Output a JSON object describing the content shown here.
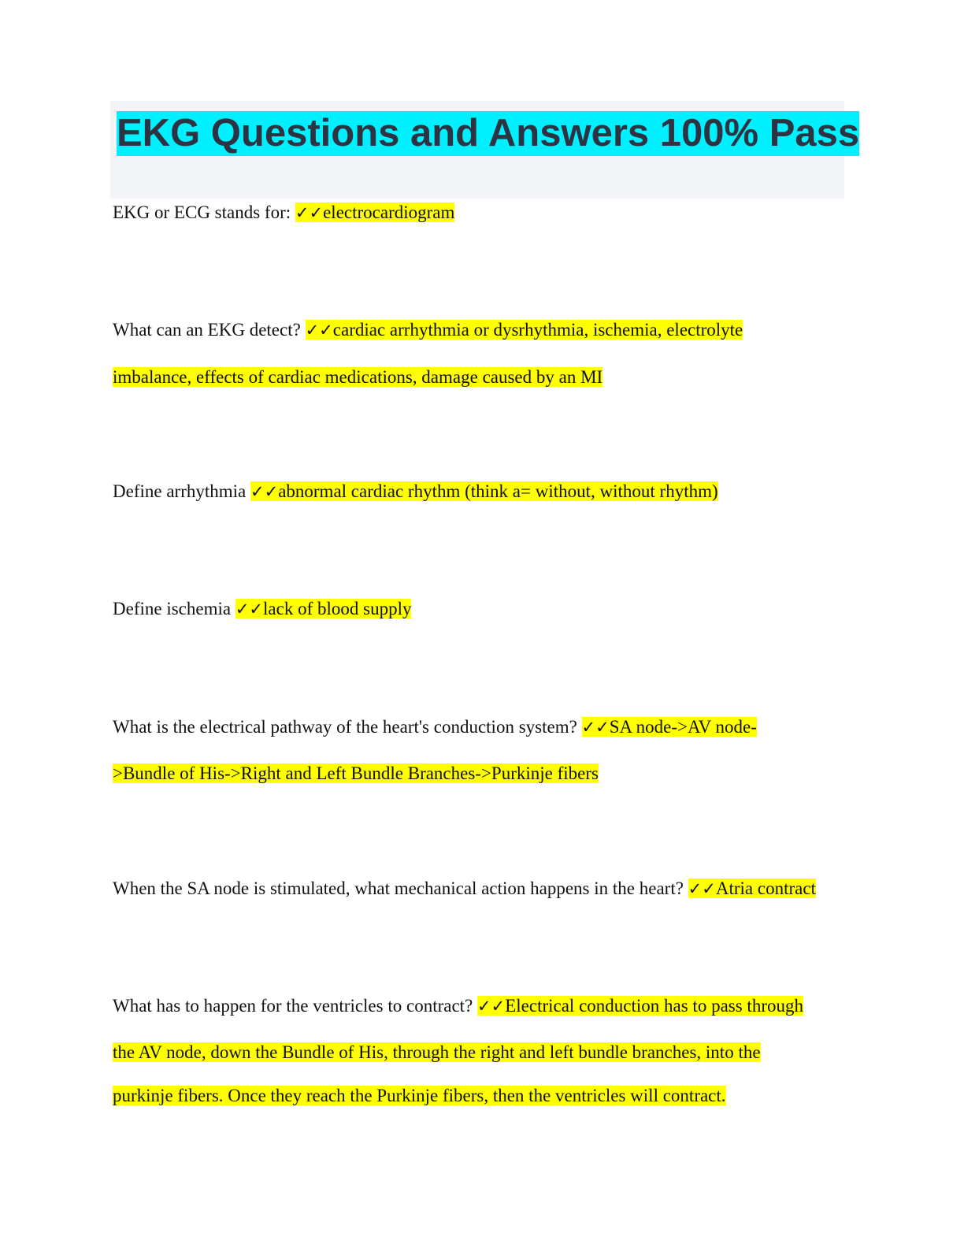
{
  "document": {
    "title": "EKG Questions and Answers 100% Pass",
    "check_mark": "✓✓",
    "items": [
      {
        "question": "EKG or ECG stands for: ",
        "answer_lines": [
          "electrocardiogram"
        ]
      },
      {
        "question": "What can an EKG detect? ",
        "answer_lines": [
          "cardiac arrhythmia or dysrhythmia, ischemia, electrolyte",
          "imbalance, effects of cardiac medications, damage caused by an MI"
        ]
      },
      {
        "question": "Define arrhythmia ",
        "answer_lines": [
          "abnormal cardiac rhythm (think a= without, without rhythm)"
        ]
      },
      {
        "question": "Define ischemia ",
        "answer_lines": [
          "lack of blood supply"
        ]
      },
      {
        "question": "What is the electrical pathway of the heart's conduction system? ",
        "answer_lines": [
          "SA node->AV node-",
          ">Bundle of His->Right and Left Bundle Branches->Purkinje fibers"
        ]
      },
      {
        "question": "When the SA node is stimulated, what mechanical action happens in the heart? ",
        "answer_lines": [
          "Atria contract"
        ]
      },
      {
        "question": "What has to happen for the ventricles to contract? ",
        "answer_lines": [
          "Electrical conduction has to pass through",
          "the AV node, down the Bundle of His, through the right and left bundle branches, into the",
          "purkinje fibers. Once they reach the Purkinje fibers, then the ventricles will contract."
        ]
      }
    ]
  }
}
